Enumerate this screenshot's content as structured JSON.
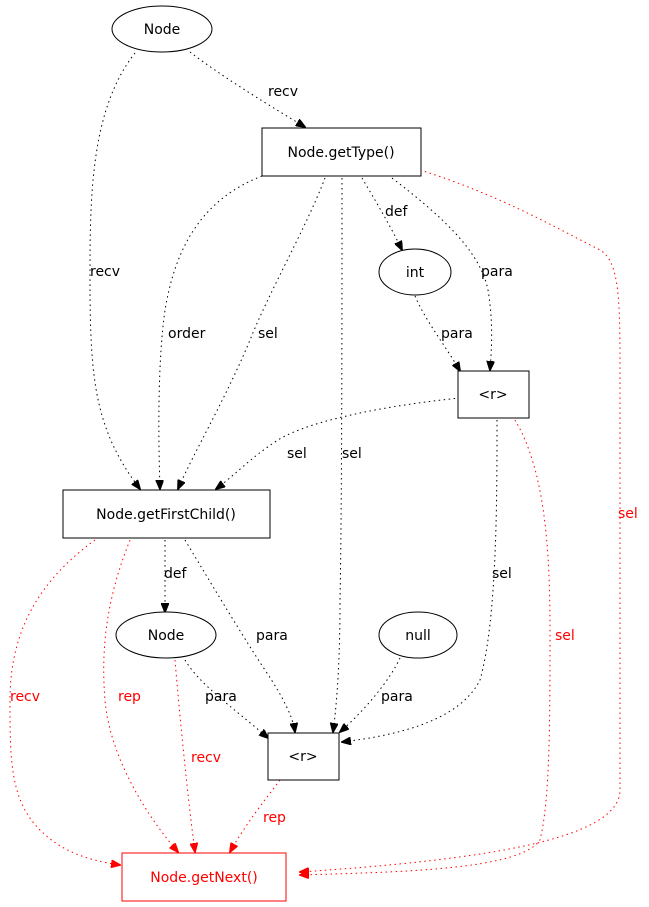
{
  "colors": {
    "normal": "#000000",
    "highlight": "#ff0000"
  },
  "nodes": [
    {
      "id": "node_top",
      "label": "Node",
      "shape": "ellipse",
      "color": "normal"
    },
    {
      "id": "gettype",
      "label": "Node.getType()",
      "shape": "box",
      "color": "normal"
    },
    {
      "id": "int",
      "label": "int",
      "shape": "ellipse",
      "color": "normal"
    },
    {
      "id": "r1",
      "label": "<r>",
      "shape": "box",
      "color": "normal"
    },
    {
      "id": "getfirstchild",
      "label": "Node.getFirstChild()",
      "shape": "box",
      "color": "normal"
    },
    {
      "id": "node_mid",
      "label": "Node",
      "shape": "ellipse",
      "color": "normal"
    },
    {
      "id": "null",
      "label": "null",
      "shape": "ellipse",
      "color": "normal"
    },
    {
      "id": "r2",
      "label": "<r>",
      "shape": "box",
      "color": "normal"
    },
    {
      "id": "getnext",
      "label": "Node.getNext()",
      "shape": "box",
      "color": "highlight"
    }
  ],
  "edges": [
    {
      "id": "e1",
      "from": "node_top",
      "to": "gettype",
      "label": "recv",
      "color": "normal"
    },
    {
      "id": "e2",
      "from": "node_top",
      "to": "getfirstchild",
      "label": "recv",
      "color": "normal"
    },
    {
      "id": "e3",
      "from": "gettype",
      "to": "getfirstchild",
      "label": "order",
      "color": "normal"
    },
    {
      "id": "e4",
      "from": "gettype",
      "to": "getfirstchild",
      "label": "sel",
      "color": "normal"
    },
    {
      "id": "e5",
      "from": "gettype",
      "to": "int",
      "label": "def",
      "color": "normal"
    },
    {
      "id": "e6",
      "from": "gettype",
      "to": "r1",
      "label": "para",
      "color": "normal"
    },
    {
      "id": "e7",
      "from": "int",
      "to": "r1",
      "label": "para",
      "color": "normal"
    },
    {
      "id": "e8",
      "from": "gettype",
      "to": "r2",
      "label": "sel",
      "color": "normal"
    },
    {
      "id": "e9",
      "from": "gettype",
      "to": "getnext",
      "label": "sel",
      "color": "highlight"
    },
    {
      "id": "e10",
      "from": "r1",
      "to": "getfirstchild",
      "label": "sel",
      "color": "normal"
    },
    {
      "id": "e11",
      "from": "r1",
      "to": "r2",
      "label": "sel",
      "color": "normal"
    },
    {
      "id": "e12",
      "from": "r1",
      "to": "getnext",
      "label": "sel",
      "color": "highlight"
    },
    {
      "id": "e13",
      "from": "getfirstchild",
      "to": "node_mid",
      "label": "def",
      "color": "normal"
    },
    {
      "id": "e14",
      "from": "getfirstchild",
      "to": "r2",
      "label": "para",
      "color": "normal"
    },
    {
      "id": "e15",
      "from": "getfirstchild",
      "to": "getnext",
      "label": "recv",
      "color": "highlight"
    },
    {
      "id": "e16",
      "from": "getfirstchild",
      "to": "getnext",
      "label": "rep",
      "color": "highlight"
    },
    {
      "id": "e17",
      "from": "node_mid",
      "to": "r2",
      "label": "para",
      "color": "normal"
    },
    {
      "id": "e18",
      "from": "node_mid",
      "to": "getnext",
      "label": "recv",
      "color": "highlight"
    },
    {
      "id": "e19",
      "from": "null",
      "to": "r2",
      "label": "para",
      "color": "normal"
    },
    {
      "id": "e20",
      "from": "r2",
      "to": "getnext",
      "label": "rep",
      "color": "highlight"
    }
  ]
}
